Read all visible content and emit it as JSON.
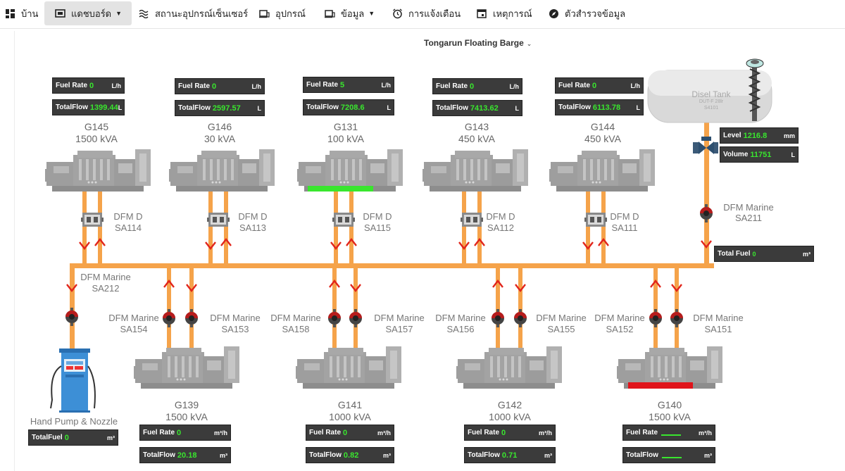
{
  "nav": {
    "home": "บ้าน",
    "dashboard": "แดชบอร์ด",
    "sensor_status": "สถานะอุปกรณ์เซ็นเซอร์",
    "devices": "อุปกรณ์",
    "data": "ข้อมูล",
    "alerts": "การแจ้งเตือน",
    "events": "เหตุการณ์",
    "data_explorer": "ตัวสำรวจข้อมูล"
  },
  "plant": {
    "title": "Tongarun Floating Barge"
  },
  "tank": {
    "name": "Disel Tank",
    "id": "DUT-F 28lr",
    "id2": "S4101",
    "level": {
      "label": "Level",
      "value": "1216.8",
      "unit": "mm"
    },
    "volume": {
      "label": "Volume",
      "value": "11751",
      "unit": "L"
    }
  },
  "top_generators": [
    {
      "name": "G145",
      "rating": "1500 kVA",
      "fuel_rate": "0",
      "fuel_rate_unit": "L/h",
      "total_flow": "1399.44",
      "total_flow_unit": "L",
      "meter": "DFM D",
      "meter_id": "SA114"
    },
    {
      "name": "G146",
      "rating": "30 kVA",
      "fuel_rate": "0",
      "fuel_rate_unit": "L/h",
      "total_flow": "2597.57",
      "total_flow_unit": "L",
      "meter": "DFM D",
      "meter_id": "SA113"
    },
    {
      "name": "G131",
      "rating": "100 kVA",
      "fuel_rate": "5",
      "fuel_rate_unit": "L/h",
      "total_flow": "7208.6",
      "total_flow_unit": "L",
      "meter": "DFM D",
      "meter_id": "SA115"
    },
    {
      "name": "G143",
      "rating": "450 kVA",
      "fuel_rate": "0",
      "fuel_rate_unit": "L/h",
      "total_flow": "7413.62",
      "total_flow_unit": "L",
      "meter": "DFM D",
      "meter_id": "SA112"
    },
    {
      "name": "G144",
      "rating": "450 kVA",
      "fuel_rate": "0",
      "fuel_rate_unit": "L/h",
      "total_flow": "6113.78",
      "total_flow_unit": "L",
      "meter": "DFM D",
      "meter_id": "SA111"
    }
  ],
  "bottom_generators": [
    {
      "name": "G139",
      "rating": "1500 kVA",
      "fuel_rate": "0",
      "fuel_rate_unit": "m³/h",
      "total_flow": "20.18",
      "total_flow_unit": "m³",
      "meter_left": "DFM Marine",
      "meter_left_id": "SA154",
      "meter_right": "DFM Marine",
      "meter_right_id": "SA153"
    },
    {
      "name": "G141",
      "rating": "1000 kVA",
      "fuel_rate": "0",
      "fuel_rate_unit": "m³/h",
      "total_flow": "0.82",
      "total_flow_unit": "m³",
      "meter_left": "DFM Marine",
      "meter_left_id": "SA158",
      "meter_right": "DFM Marine",
      "meter_right_id": "SA157"
    },
    {
      "name": "G142",
      "rating": "1000 kVA",
      "fuel_rate": "0",
      "fuel_rate_unit": "m³/h",
      "total_flow": "0.71",
      "total_flow_unit": "m³",
      "meter_left": "DFM Marine",
      "meter_left_id": "SA156",
      "meter_right": "DFM Marine",
      "meter_right_id": "SA155"
    },
    {
      "name": "G140",
      "rating": "1500 kVA",
      "fuel_rate": "",
      "fuel_rate_unit": "m³/h",
      "total_flow": "",
      "total_flow_unit": "m³",
      "meter_left": "DFM Marine",
      "meter_left_id": "SA152",
      "meter_right": "DFM Marine",
      "meter_right_id": "SA151"
    }
  ],
  "main_meter": {
    "name": "DFM Marine",
    "id": "SA211",
    "total_label": "Total Fuel",
    "total_value": "0",
    "total_unit": "m³"
  },
  "pump": {
    "meter": "DFM Marine",
    "meter_id": "SA212",
    "label": "Hand Pump & Nozzle",
    "total_label": "TotalFuel",
    "total_value": "0",
    "total_unit": "m³"
  },
  "labels": {
    "fuel_rate": "Fuel Rate",
    "total_flow": "TotalFlow"
  },
  "colors": {
    "pipe": "#f5a34a",
    "arrow": "#e1251b",
    "running": "#39e62e",
    "fault": "#e0141b",
    "panel": "#3b3b3b",
    "value": "#39e62e",
    "engine": "#9e9e9e"
  },
  "status": {
    "running": "G131",
    "fault": "G140"
  }
}
